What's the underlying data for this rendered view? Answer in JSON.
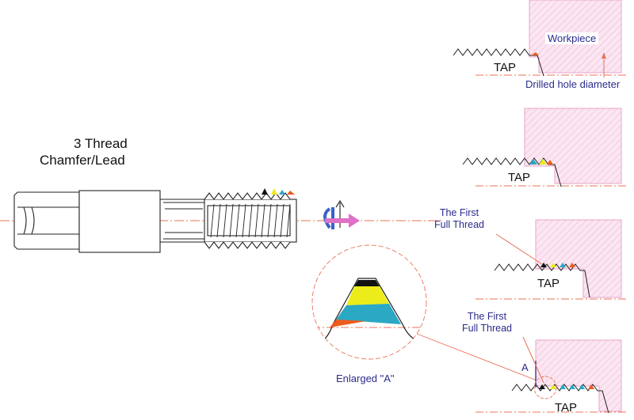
{
  "labels": {
    "chamfer_line1": "3 Thread",
    "chamfer_line2": "Chamfer/Lead",
    "workpiece": "Workpiece",
    "drilled_hole": "Drilled hole diameter",
    "tap": "TAP",
    "first_full_thread_line1": "The First",
    "first_full_thread_line2": "Full Thread",
    "enlarged": "Enlarged \"A\"",
    "a_marker": "A"
  },
  "colors": {
    "workpiece_fill": "#fbe6f2",
    "workpiece_hatch": "#e9a6c8",
    "centerline": "#e8735a",
    "layer_black": "#111111",
    "layer_yellow": "#ecec1a",
    "layer_cyan": "#2aa8c4",
    "layer_orange": "#ee5a1c",
    "rotation_arrow": "#e070c8",
    "rotation_icon": "#3a62c8",
    "callout_blue": "#2b2b8c"
  }
}
